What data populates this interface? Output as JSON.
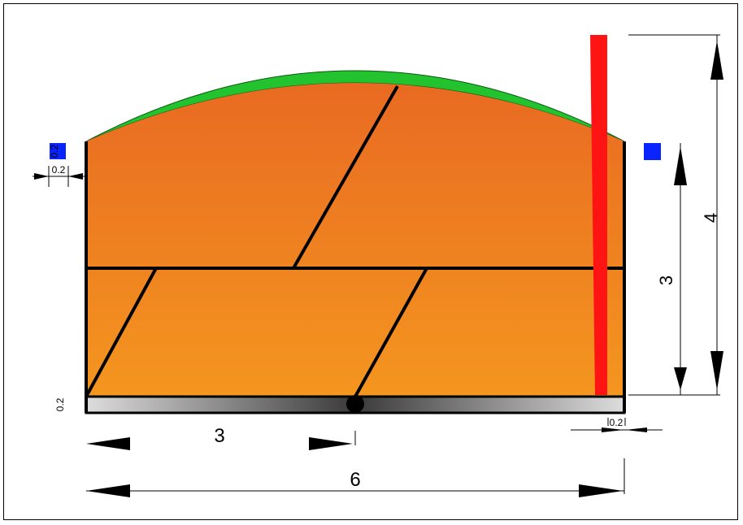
{
  "colors": {
    "tank_top": "#e96a22",
    "tank_bottom": "#f4961f",
    "dome": "#22c32e",
    "pipe": "#ff1414",
    "marker": "#0a24ff",
    "base_dark": "#3a3a3a",
    "base_light": "#dddddd",
    "line": "#000000"
  },
  "dimensions": {
    "total_width": "6",
    "half_width": "3",
    "total_height": "4",
    "wall_height": "3",
    "wall_thickness": "0.2",
    "left_top_gap": "0.2",
    "left_offset": "0.2",
    "base_thickness": "0.2"
  },
  "icons": {
    "marker": "square-marker-icon",
    "outlet": "dot-icon"
  }
}
